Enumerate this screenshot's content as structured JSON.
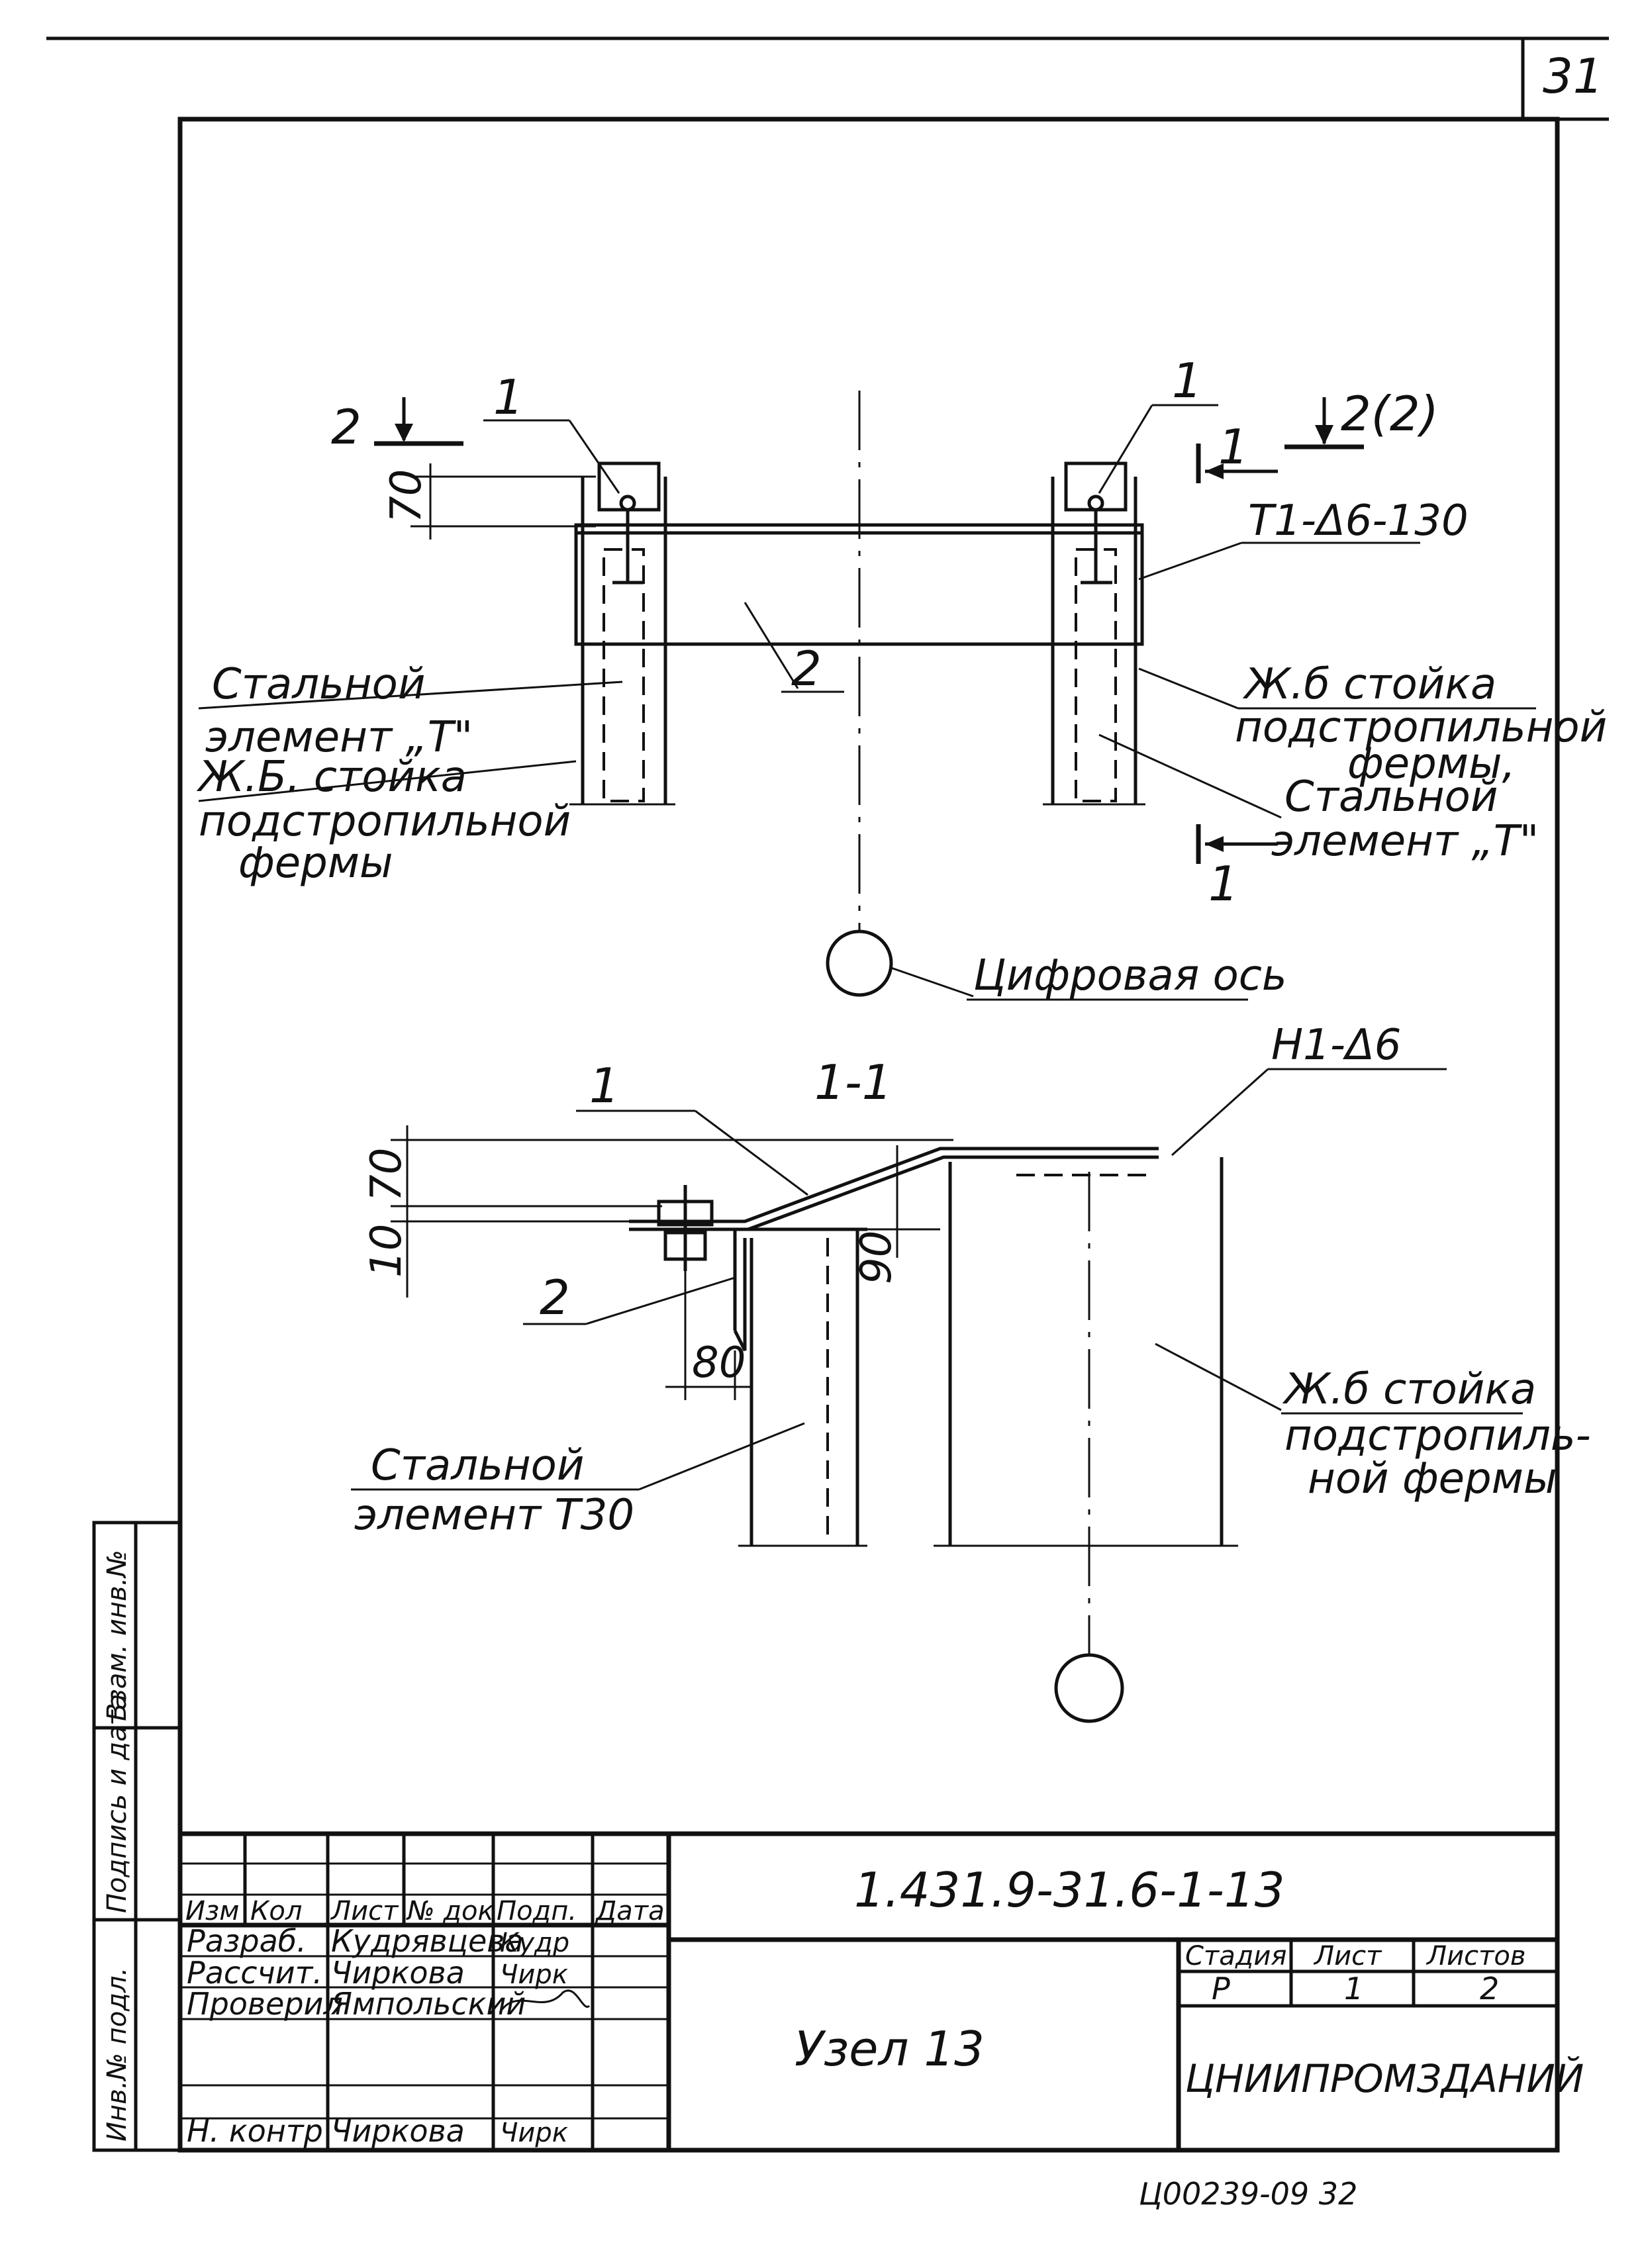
{
  "sheet": {
    "page_number": "31",
    "footer_code": "Ц00239-09   32"
  },
  "side_stamp": {
    "inv_no": "Инв.№ подл.",
    "signature_date": "Подпись и дата",
    "replacement_inv": "Взам. инв.№"
  },
  "plan": {
    "section_mark_left": "2",
    "section_mark_right": "2(2)",
    "callout_left": "1",
    "callout_right": "1",
    "cut_top": "1",
    "cut_bottom": "1",
    "dim_70": "70",
    "weld_label": "Т1-Δ6-130",
    "center_label": "2",
    "left_note_1": "Стальной",
    "left_note_2": "элемент „Т\"",
    "left_note_3": "Ж.Б. стойка",
    "left_note_4": "подстропильной",
    "left_note_5": "фермы",
    "right_note_1": "Ж.б стойка",
    "right_note_2": "подстропильной",
    "right_note_3": "фермы,",
    "right_note_4": "Стальной",
    "right_note_5": "элемент „Т\"",
    "axis_label": "Цифровая ось"
  },
  "section": {
    "title": "1-1",
    "callout_1": "1",
    "callout_2": "2",
    "weld_label": "Н1-Δ6",
    "dim_70": "70",
    "dim_10": "10",
    "dim_90": "90",
    "dim_80": "80",
    "left_note_1": "Стальной",
    "left_note_2": "элемент Т30",
    "right_note_1": "Ж.б стойка",
    "right_note_2": "подстропиль-",
    "right_note_3": "ной фермы"
  },
  "title_block": {
    "doc_code": "1.431.9-31.6-1-13",
    "drawing_title": "Узел 13",
    "organization": "ЦНИИПРОМЗДАНИЙ",
    "header_cols": [
      "Изм",
      "Кол",
      "Лист",
      "№ док",
      "Подп.",
      "Дата"
    ],
    "roles": [
      "Разраб.",
      "Рассчит.",
      "Проверил",
      "",
      "Н. контр"
    ],
    "names": [
      "Кудрявцева",
      "Чиркова",
      "Ямпольский",
      "",
      "Чиркова"
    ],
    "signatures": [
      "Кудр",
      "Чирк",
      "",
      "",
      "Чирк"
    ],
    "stage_label": "Стадия",
    "sheet_label": "Лист",
    "sheets_label": "Листов",
    "stage_value": "Р",
    "sheet_value": "1",
    "sheets_value": "2"
  }
}
